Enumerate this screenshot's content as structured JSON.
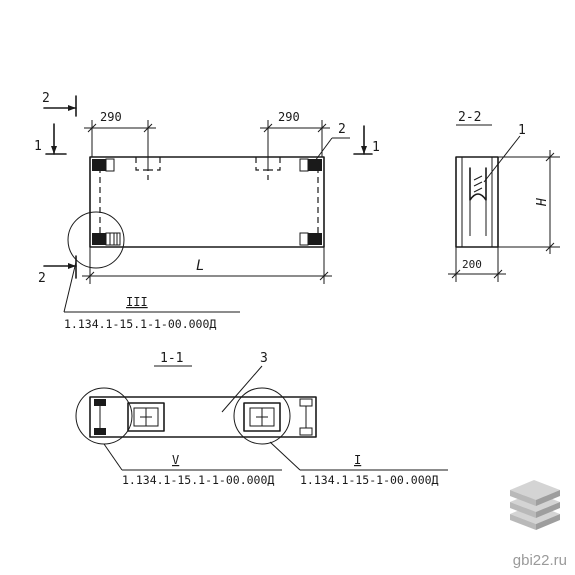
{
  "labels": {
    "section_2_marker": "2",
    "section_1_marker_left": "1",
    "section_1_marker_right": "1",
    "section_2_marker_bottom": "2",
    "dim_left": "290",
    "dim_right": "290",
    "dim_length": "L",
    "callout_2_top": "2",
    "ref_III": "III",
    "ref_III_code": "1.134.1-15.1-1-00.000Д",
    "view_2_2_title": "2-2",
    "callout_1": "1",
    "dim_height": "H",
    "dim_width": "200",
    "view_1_1_title": "1-1",
    "callout_3": "3",
    "ref_V": "V",
    "ref_V_code": "1.134.1-15.1-1-00.000Д",
    "ref_I": "I",
    "ref_I_code": "1.134.1-15-1-00.000Д"
  },
  "watermark": {
    "text": "gbi22.ru",
    "logo_icon": "stacked-slabs-icon",
    "logo_colors": [
      "#b9b9b9",
      "#d4d4d4",
      "#9e9e9e"
    ]
  },
  "colors": {
    "ink": "#1a1a1a",
    "paper": "#ffffff"
  }
}
